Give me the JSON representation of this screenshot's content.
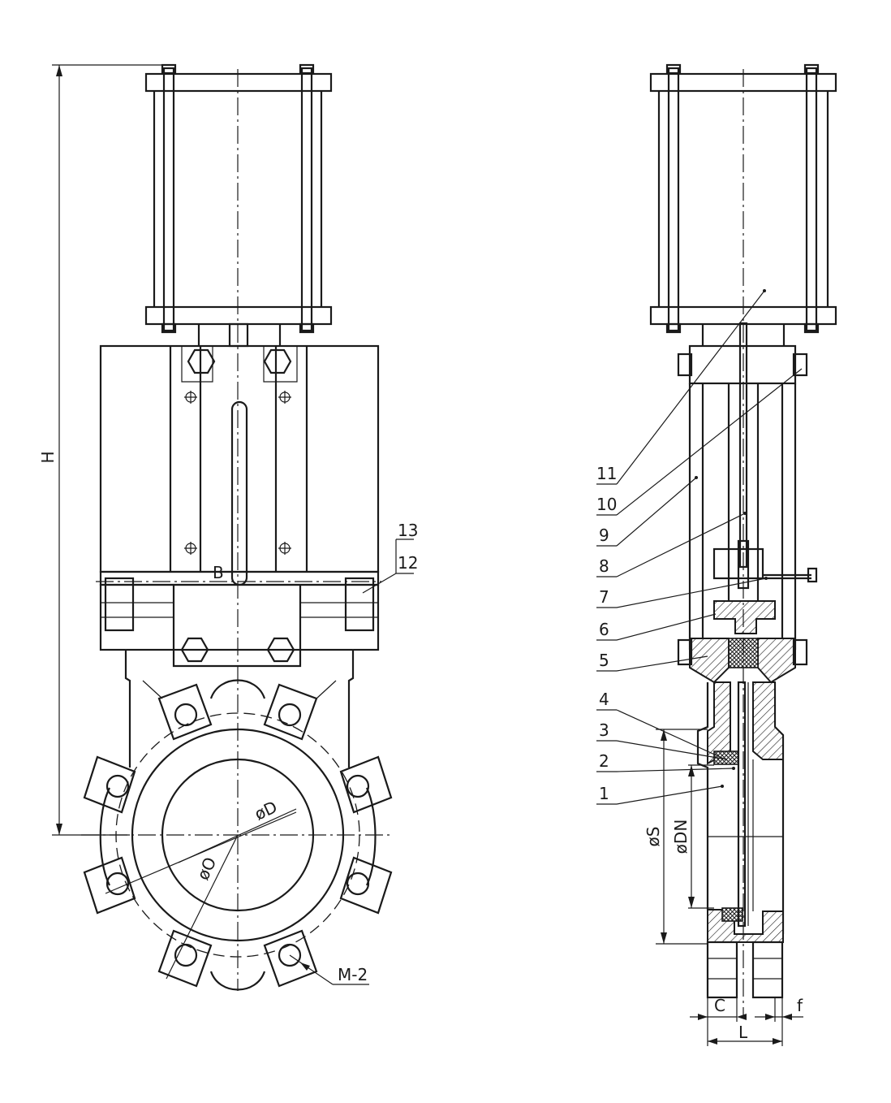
{
  "front_view": {
    "dim_height": "H",
    "dim_b": "B",
    "dim_bore": "øD",
    "dim_bolt_circle": "øO",
    "dim_thread": "M-2",
    "part_13": "13",
    "part_12": "12"
  },
  "side_view": {
    "parts": [
      "11",
      "10",
      "9",
      "8",
      "7",
      "6",
      "5",
      "4",
      "3",
      "2",
      "1"
    ],
    "dim_s": "øS",
    "dim_dn": "øDN",
    "dim_c": "C",
    "dim_f": "f",
    "dim_l": "L"
  }
}
